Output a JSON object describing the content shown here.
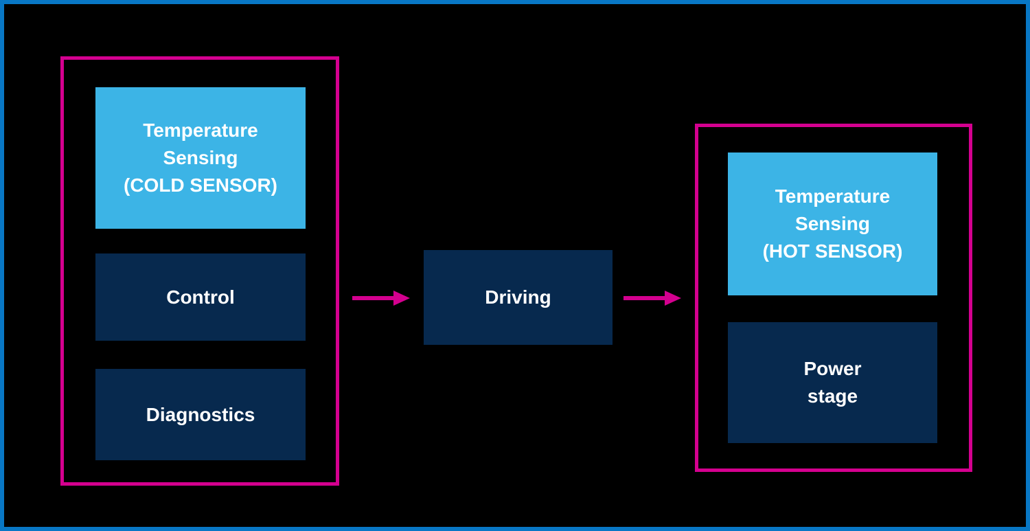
{
  "diagram": {
    "boxes": {
      "cold": {
        "label": "Temperature\nSensing\n(COLD SENSOR)"
      },
      "control": {
        "label": "Control"
      },
      "diagnostics": {
        "label": "Diagnostics"
      },
      "driving": {
        "label": "Driving"
      },
      "hot": {
        "label": "Temperature\nSensing\n(HOT SENSOR)"
      },
      "power": {
        "label": "Power\nstage"
      }
    },
    "icons": {
      "arrow_left": "arrow-right-icon",
      "arrow_right": "arrow-right-icon"
    },
    "colors": {
      "background": "#000000",
      "outer_border": "#0877C5",
      "group_border": "#D4008F",
      "arrow": "#D4008F",
      "light_box": "#3CB4E6",
      "dark_box": "#07294E",
      "label_text": "#FFFFFF"
    }
  }
}
